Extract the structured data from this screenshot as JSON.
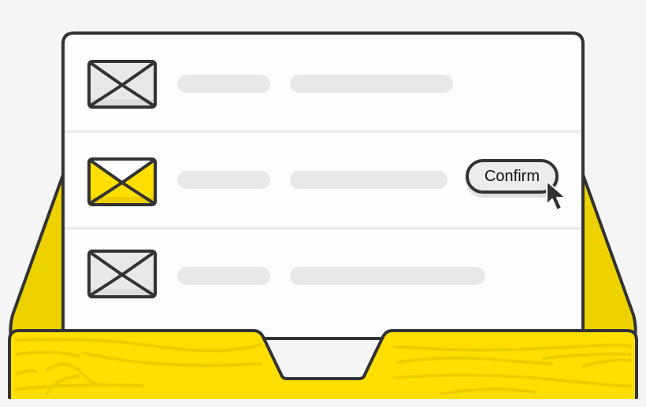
{
  "colors": {
    "background": "#f5f5f5",
    "outline": "#333333",
    "card": "#fdfdfd",
    "placeholder": "#e8e8e8",
    "tray_yellow": "#ffdf00",
    "tray_side_yellow": "#eed200",
    "wood_grain": "#ecce00"
  },
  "inbox": {
    "rows": [
      {
        "icon": "envelope-icon",
        "state": "read",
        "action": null
      },
      {
        "icon": "envelope-icon",
        "state": "highlighted",
        "action": "confirm"
      },
      {
        "icon": "envelope-icon",
        "state": "read",
        "action": null
      }
    ]
  },
  "confirm_button": {
    "label": "Confirm"
  },
  "cursor": {
    "icon": "pointer-cursor-icon"
  }
}
